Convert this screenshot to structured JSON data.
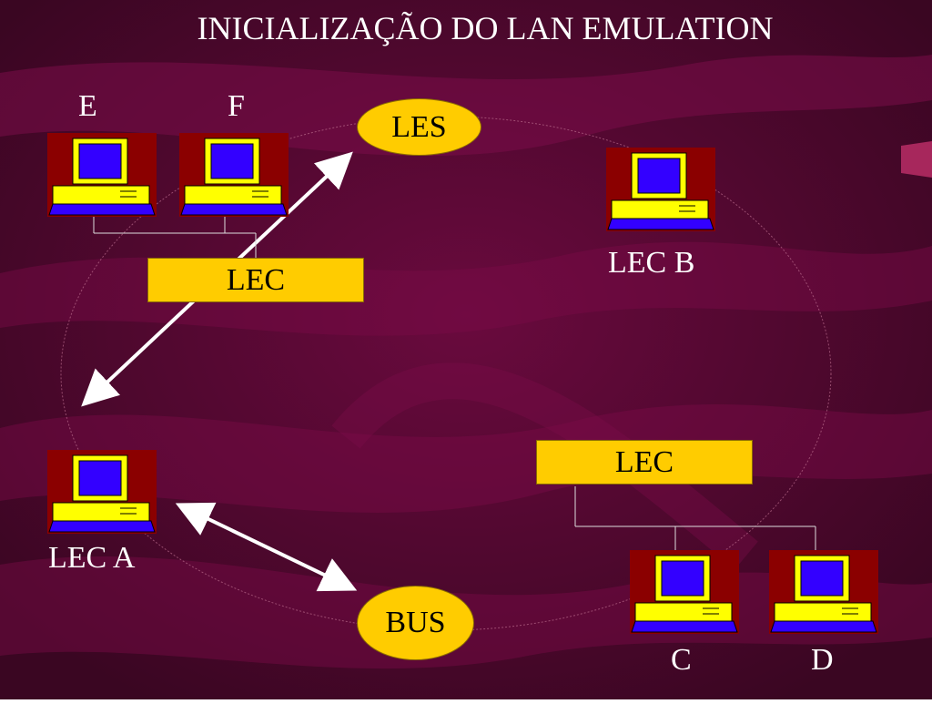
{
  "title": "INICIALIZAÇÃO DO LAN EMULATION",
  "nodes": {
    "les": "LES",
    "bus": "BUS",
    "lec_top": "LEC",
    "lec_bottom": "LEC",
    "lec_a": "LEC A",
    "lec_b": "LEC B",
    "pc_e": "E",
    "pc_f": "F",
    "pc_c": "C",
    "pc_d": "D"
  },
  "colors": {
    "background": "#4a0a2c",
    "box_fill": "#ffcc00",
    "pc_frame": "#8b0000",
    "pc_screen": "#3300ff",
    "pc_body": "#ffff00"
  }
}
